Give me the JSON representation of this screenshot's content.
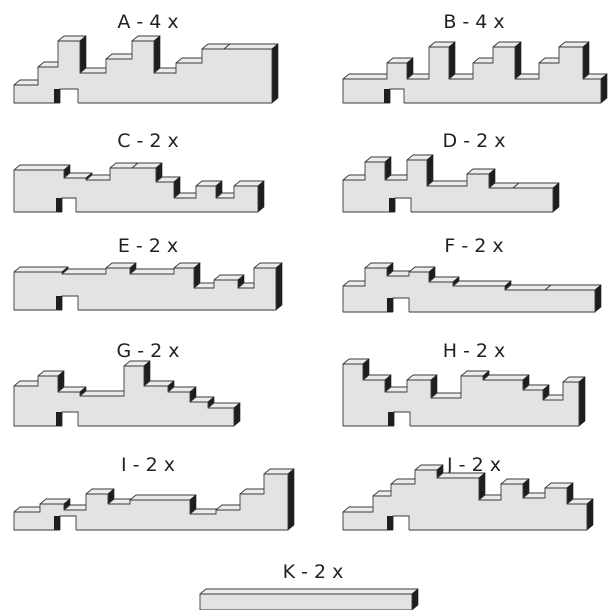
{
  "pieces": [
    {
      "label": "A - 4 x"
    },
    {
      "label": "B - 4 x"
    },
    {
      "label": "C - 2 x"
    },
    {
      "label": "D - 2 x"
    },
    {
      "label": "E - 2 x"
    },
    {
      "label": "F - 2 x"
    },
    {
      "label": "G - 2 x"
    },
    {
      "label": "H - 2 x"
    },
    {
      "label": "I - 2 x"
    },
    {
      "label": "J - 2 x"
    },
    {
      "label": "K - 2 x"
    }
  ]
}
